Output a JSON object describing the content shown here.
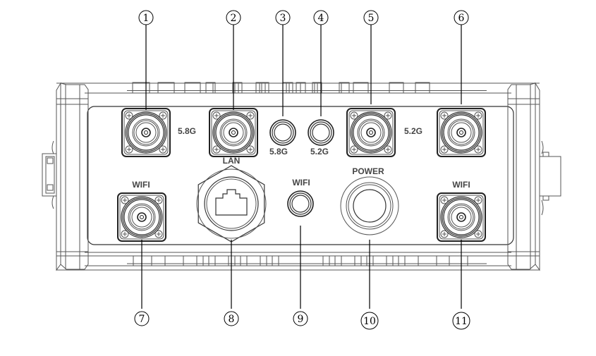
{
  "diagram": {
    "subject": "device-front-panel-connectors",
    "callouts": [
      {
        "id": 1,
        "label": "1"
      },
      {
        "id": 2,
        "label": "2"
      },
      {
        "id": 3,
        "label": "3"
      },
      {
        "id": 4,
        "label": "4"
      },
      {
        "id": 5,
        "label": "5"
      },
      {
        "id": 6,
        "label": "6"
      },
      {
        "id": 7,
        "label": "7"
      },
      {
        "id": 8,
        "label": "8"
      },
      {
        "id": 9,
        "label": "9"
      },
      {
        "id": 10,
        "label": "10"
      },
      {
        "id": 11,
        "label": "11"
      }
    ],
    "port_labels": {
      "n1_band": "5.8G",
      "sma3_band": "5.8G",
      "sma4_band": "5.2G",
      "n6_band": "5.2G",
      "wifi_left": "WIFI",
      "lan": "LAN",
      "wifi_mid": "WIFI",
      "power": "POWER",
      "wifi_right": "WIFI"
    },
    "connectors": [
      {
        "callout": 1,
        "type": "N-type-square-flange"
      },
      {
        "callout": 2,
        "type": "N-type-square-flange"
      },
      {
        "callout": 3,
        "type": "SMA-round",
        "label_key": "sma3_band"
      },
      {
        "callout": 4,
        "type": "SMA-round",
        "label_key": "sma4_band"
      },
      {
        "callout": 5,
        "type": "N-type-square-flange"
      },
      {
        "callout": 6,
        "type": "N-type-square-flange"
      },
      {
        "callout": 7,
        "type": "N-type-square-flange",
        "label_key": "wifi_left"
      },
      {
        "callout": 8,
        "type": "RJ45-hex-gland",
        "label_key": "lan"
      },
      {
        "callout": 9,
        "type": "SMA-round",
        "label_key": "wifi_mid"
      },
      {
        "callout": 10,
        "type": "power-button-round",
        "label_key": "power"
      },
      {
        "callout": 11,
        "type": "N-type-square-flange",
        "label_key": "wifi_right"
      }
    ]
  }
}
